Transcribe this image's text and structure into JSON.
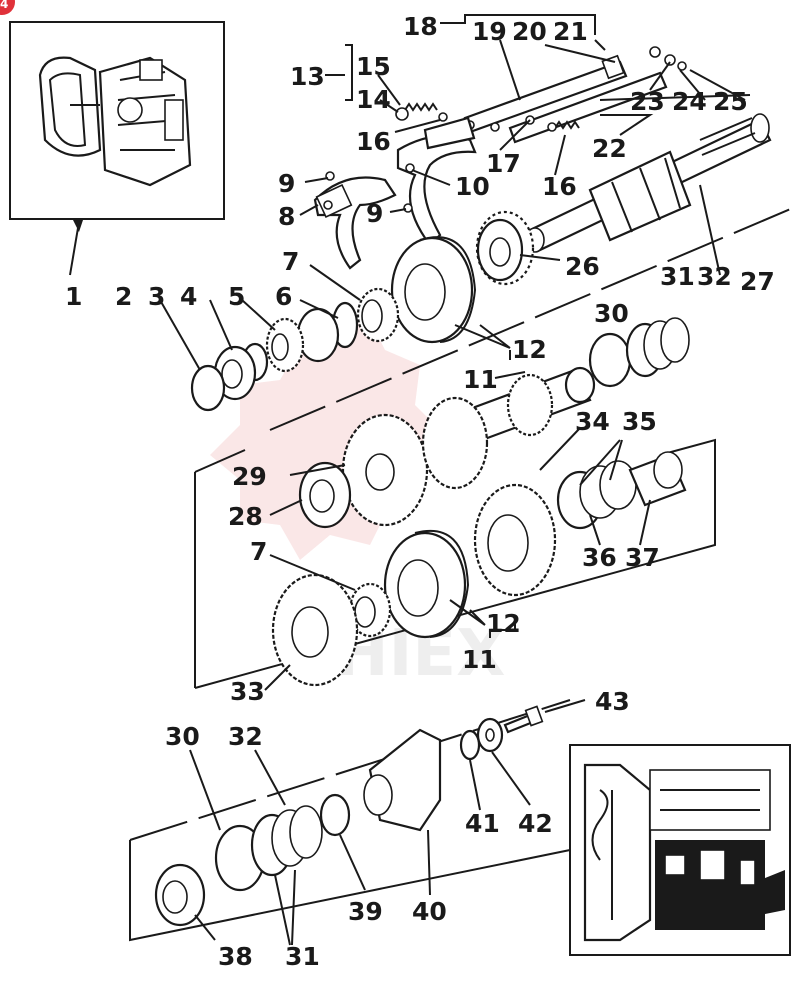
{
  "badge": "4",
  "watermark": "HIEX",
  "labels": {
    "l1": "1",
    "l2": "2",
    "l3": "3",
    "l4": "4",
    "l5": "5",
    "l6": "6",
    "l7": "7",
    "l7b": "7",
    "l8": "8",
    "l9": "9",
    "l9b": "9",
    "l10": "10",
    "l11": "11",
    "l11b": "11",
    "l12": "12",
    "l12b": "12",
    "l13": "13",
    "l14": "14",
    "l15": "15",
    "l16": "16",
    "l16b": "16",
    "l17": "17",
    "l18": "18",
    "l19": "19",
    "l20": "20",
    "l21": "21",
    "l22": "22",
    "l23": "23",
    "l24": "24",
    "l25": "25",
    "l26": "26",
    "l27": "27",
    "l28": "28",
    "l29": "29",
    "l30": "30",
    "l30b": "30",
    "l31": "31",
    "l31b": "31",
    "l32": "32",
    "l32b": "32",
    "l33": "33",
    "l34": "34",
    "l35": "35",
    "l36": "36",
    "l37": "37",
    "l38": "38",
    "l39": "39",
    "l40": "40",
    "l41": "41",
    "l42": "42",
    "l43": "43"
  }
}
